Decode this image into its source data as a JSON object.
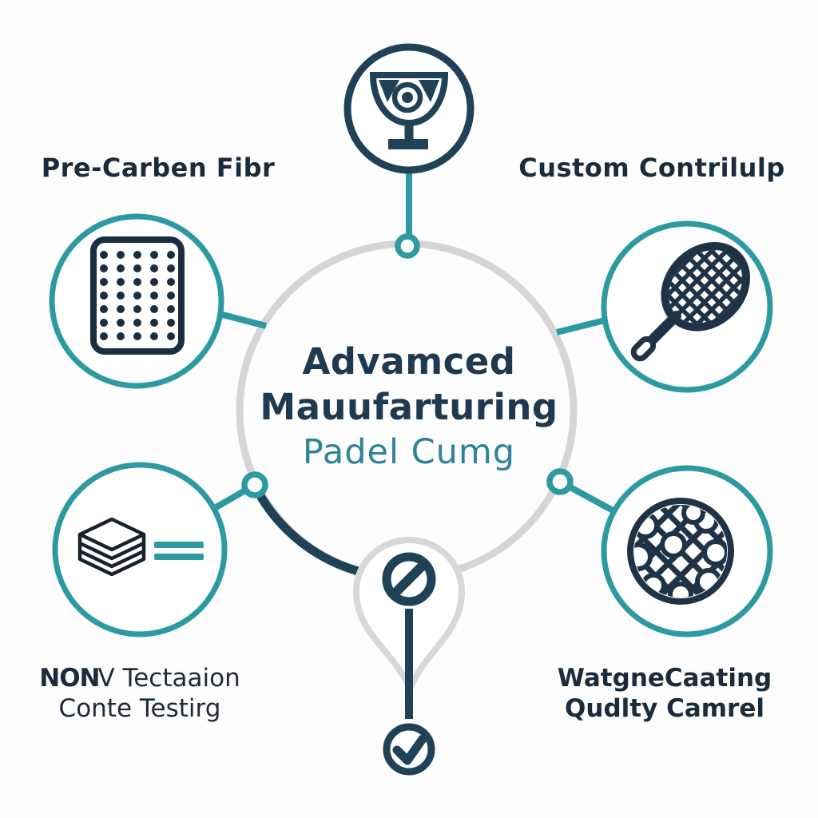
{
  "colors": {
    "teal_accent": "#2d9aa2",
    "navy_icon": "#1f4256",
    "circle_gray": "#d5d5d5",
    "label_text": "#1a2b3b",
    "title_navy": "#1e3950",
    "title_teal": "#2c8496"
  },
  "center_title": {
    "line1": "Advamced",
    "line2": "Mauufarturing",
    "line3": "Padel Cumg"
  },
  "satellites": {
    "top": {
      "icon": "trophy-icon",
      "label": ""
    },
    "top_left": {
      "icon": "carbon-fiber-sheet-icon",
      "label": "Pre-Carben Fibr"
    },
    "top_right": {
      "icon": "padel-racket-icon",
      "label": "Custom Contrilulp"
    },
    "bottom_left": {
      "icon": "layer-stack-icon",
      "label_line1_bold": "NON",
      "label_line1": "V Tectaaion",
      "label_line2": "Conte Testirg"
    },
    "bottom_right": {
      "icon": "mesh-texture-icon",
      "label_line1": "WatgneCaating",
      "label_line2": "Qudlty Camrel"
    },
    "bottom": {
      "icon_top": "slash-circle-icon",
      "icon_bottom": "check-circle-icon",
      "label": ""
    }
  }
}
